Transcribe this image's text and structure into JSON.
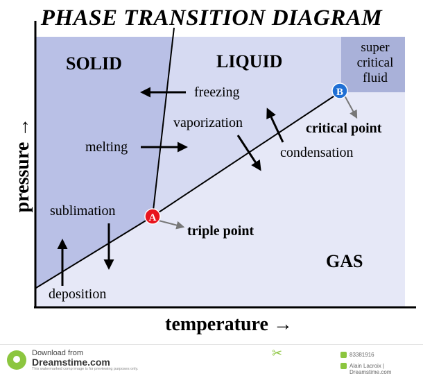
{
  "title": "PHASE TRANSITION DIAGRAM",
  "axes": {
    "y_label": "pressure →",
    "x_label": "temperature →"
  },
  "regions": {
    "solid": "SOLID",
    "liquid": "LIQUID",
    "gas": "GAS",
    "supercritical_line1": "super",
    "supercritical_line2": "critical",
    "supercritical_line3": "fluid"
  },
  "processes": {
    "freezing": "freezing",
    "melting": "melting",
    "vaporization": "vaporization",
    "condensation": "condensation",
    "sublimation": "sublimation",
    "deposition": "deposition"
  },
  "points": {
    "a_marker": "A",
    "a_label": "triple point",
    "b_marker": "B",
    "b_label": "critical point"
  },
  "colors": {
    "solid_region": "#b9c0e6",
    "liquid_region": "#d6daf2",
    "gas_region": "#e6e8f7",
    "supercritical_region": "#a9b1d9",
    "triple_point": "#e8141e",
    "critical_point": "#1f6fd4"
  },
  "footer": {
    "download_from": "Download from",
    "brand": "Dreamstime.com",
    "notice": "This watermarked comp image is for previewing purposes only.",
    "image_id": "83381916",
    "author": "Alain Lacroix | Dreamstime.com"
  }
}
